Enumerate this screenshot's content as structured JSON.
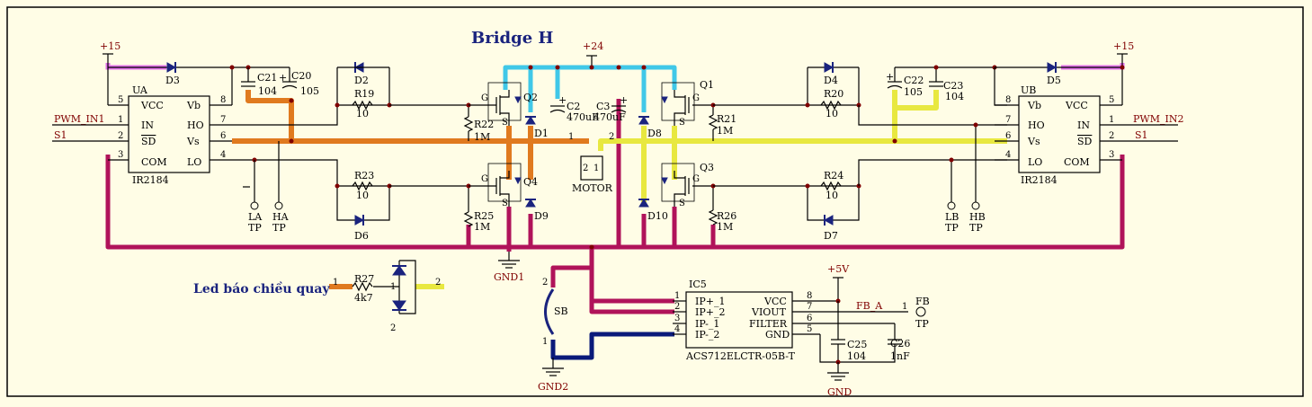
{
  "title": "Bridge H",
  "led_label": "Led báo chiều quay",
  "rails": {
    "p15_left": "+15",
    "p24": "+24",
    "p15_right": "+15",
    "p5v": "+5V",
    "gnd1": "GND1",
    "gnd2": "GND2",
    "gnd": "GND"
  },
  "ua": {
    "ref": "UA",
    "part": "IR2184",
    "left_pins": [
      {
        "num": "5",
        "name": "VCC"
      },
      {
        "num": "1",
        "name": "IN"
      },
      {
        "num": "2",
        "name": "SD"
      },
      {
        "num": "3",
        "name": "COM"
      }
    ],
    "right_pins": [
      {
        "num": "8",
        "name": "Vb"
      },
      {
        "num": "7",
        "name": "HO"
      },
      {
        "num": "6",
        "name": "Vs"
      },
      {
        "num": "4",
        "name": "LO"
      }
    ]
  },
  "ub": {
    "ref": "UB",
    "part": "IR2184",
    "left_pins": [
      {
        "num": "8",
        "name": "Vb"
      },
      {
        "num": "7",
        "name": "HO"
      },
      {
        "num": "6",
        "name": "Vs"
      },
      {
        "num": "4",
        "name": "LO"
      }
    ],
    "right_pins": [
      {
        "num": "5",
        "name": "VCC"
      },
      {
        "num": "1",
        "name": "IN"
      },
      {
        "num": "2",
        "name": "SD"
      },
      {
        "num": "3",
        "name": "COM"
      }
    ]
  },
  "ic5": {
    "ref": "IC5",
    "part": "ACS712ELCTR-05B-T",
    "left_pins": [
      {
        "num": "1",
        "name": "IP+_1"
      },
      {
        "num": "2",
        "name": "IP+_2"
      },
      {
        "num": "3",
        "name": "IP-_1"
      },
      {
        "num": "4",
        "name": "IP-_2"
      }
    ],
    "right_pins": [
      {
        "num": "8",
        "name": "VCC"
      },
      {
        "num": "7",
        "name": "VIOUT"
      },
      {
        "num": "6",
        "name": "FILTER"
      },
      {
        "num": "5",
        "name": "GND"
      }
    ]
  },
  "nets": {
    "pwm_in1": "PWM_IN1",
    "s1_left": "S1",
    "pwm_in2": "PWM_IN2",
    "s1_right": "S1",
    "fb_a": "FB_A"
  },
  "components": {
    "d3": "D3",
    "d5": "D5",
    "d2": "D2",
    "d4": "D4",
    "d6": "D6",
    "d7": "D7",
    "d1": "D1",
    "d8": "D8",
    "d9": "D9",
    "d10": "D10",
    "q1": "Q1",
    "q2": "Q2",
    "q3": "Q3",
    "q4": "Q4",
    "c21": "C21",
    "c21_val": "104",
    "c20": "C20",
    "c20_val": "105",
    "c22": "C22",
    "c22_val": "105",
    "c23": "C23",
    "c23_val": "104",
    "c2": "C2",
    "c2_val": "470uF",
    "c3": "C3",
    "c3_val": "470uF",
    "c25": "C25",
    "c25_val": "104",
    "c26": "C26",
    "c26_val": "1nF",
    "r19": "R19",
    "r19_val": "10",
    "r20": "R20",
    "r20_val": "10",
    "r23": "R23",
    "r23_val": "10",
    "r24": "R24",
    "r24_val": "10",
    "r22": "R22",
    "r22_val": "1M",
    "r21": "R21",
    "r21_val": "1M",
    "r25": "R25",
    "r25_val": "1M",
    "r26": "R26",
    "r26_val": "1M",
    "r27": "R27",
    "r27_val": "4k7",
    "motor": "MOTOR",
    "motor_p1": "1",
    "motor_p2": "2",
    "sb": "SB",
    "sb_p1": "1",
    "sb_p2": "2",
    "led_p1": "1",
    "led_p2": "2",
    "led_n1": "1",
    "led_n2": "2",
    "fb_pin": "1",
    "fb_name": "FB",
    "gate": "G",
    "source": "S"
  },
  "testpoints": {
    "la": "LA",
    "ha": "HA",
    "lb": "LB",
    "hb": "HB",
    "tp": "TP"
  }
}
